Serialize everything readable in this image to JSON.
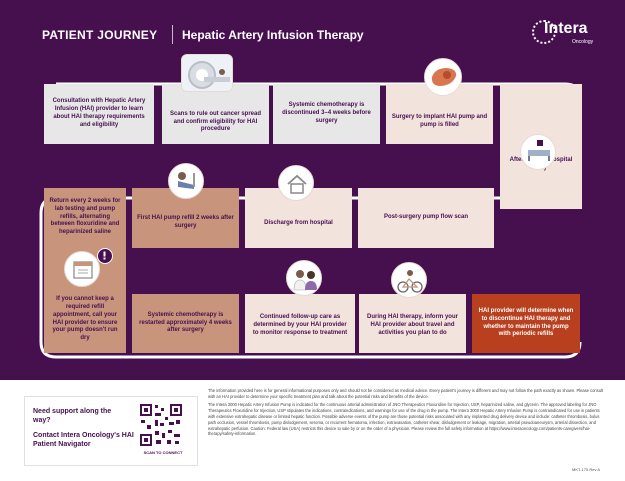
{
  "header": {
    "left_title": "PATIENT JOURNEY",
    "right_title": "Hepatic Artery Infusion Therapy",
    "logo_word": "Intera",
    "logo_sub": "Oncology"
  },
  "steps": {
    "consult": "Consultation with Hepatic Artery Infusion (HAI) provider to learn about HAI therapy requirements and eligibility",
    "scans": "Scans to rule out cancer spread and confirm eligibility for HAI procedure",
    "chemo_discontinued": "Systemic chemotherapy is discontinued 3–4 weeks before surgery",
    "implant": "Surgery to implant HAI pump and pump is filled",
    "hospital_stay": "After-surgery hospital stay",
    "return_refills": "Return every 2 weeks for lab testing and pump refills, alternating between floxuridine and heparinized saline",
    "first_refill": "First HAI pump refill 2 weeks after surgery",
    "discharge": "Discharge from hospital",
    "flow_scan": "Post-surgery pump flow scan",
    "cannot_keep": "If you cannot keep a required refill appointment, call your HAI provider to ensure your pump doesn't run dry",
    "chemo_restarted": "Systemic chemotherapy is restarted approximately 4 weeks after surgery",
    "followup": "Continued follow-up care as determined by your HAI provider to monitor response to treatment",
    "travel": "During HAI therapy, inform your HAI provider about travel and activities you plan to do",
    "discontinue": "HAI provider will determine when to discontinue HAI therapy and whether to maintain the pump with periodic refills"
  },
  "footer": {
    "support_question": "Need support along the way?",
    "support_contact": "Contact Intera Oncology's HAI Patient Navigator",
    "scan_label": "SCAN TO CONNECT",
    "disclaimer_1": "The information provided here is for general informational purposes only and should not be considered as medical advice. Every patient's journey is different and may not follow the path exactly as shown. Please consult with an HAI provider to determine your specific treatment plan and talk about the potential risks and benefits of the device.",
    "disclaimer_2": "The Intera 3000 Hepatic Artery Infusion Pump is indicated for the continuous arterial administration of JNO Therapeutics Floxuridine for Injection, USP, heparinized saline, and glycerin. The approved labeling for JNO Therapeutics Floxuridine for Injection, USP stipulates the indications, contraindications, and warnings for use of the drug in the pump. The Intera 3000 Hepatic Artery Infusion Pump is contraindicated for use in patients with extensive extrahepatic disease or limited hepatic function. Possible adverse events of the pump are those potential risks associated with any implanted drug delivery device and include: catheter thrombosis, bolus path occlusion, vessel thrombosis, pump dislodgement, seroma, or recurrent hematoma, infection, extravasation, catheter shear, dislodgement or leakage, migration, arterial pseudoaneurysm, arterial dissection, and extrahepatic perfusion. Caution: Federal law (USA) restricts this device to sale by or on the order of a physician. Please review the full safety information at https://www.interaoncology.com/patients-caregivers/hai-therapy/safety-information.",
    "code": "MKT-175 Rev A"
  },
  "colors": {
    "purple": "#46104f",
    "grey_box": "#e7e7e7",
    "peach_box": "#f3e3dd",
    "tan_box": "#c8957c",
    "red_box": "#b8401f",
    "track": "#ffffff"
  }
}
